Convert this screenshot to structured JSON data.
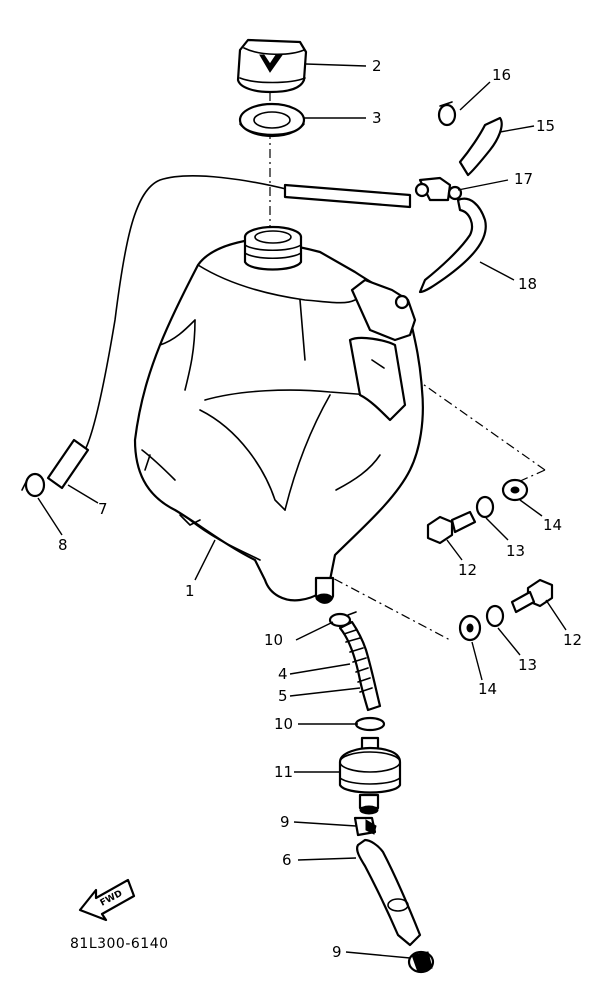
{
  "diagram": {
    "code": "81L300-6140",
    "fwd_label": "FWD",
    "callouts": {
      "c1": "1",
      "c2": "2",
      "c3": "3",
      "c4": "4",
      "c5": "5",
      "c6": "6",
      "c7": "7",
      "c8": "8",
      "c9a": "9",
      "c9b": "9",
      "c10a": "10",
      "c10b": "10",
      "c11": "11",
      "c12a": "12",
      "c12b": "12",
      "c13a": "13",
      "c13b": "13",
      "c14a": "14",
      "c14b": "14",
      "c15": "15",
      "c16": "16",
      "c17": "17",
      "c18": "18"
    }
  }
}
